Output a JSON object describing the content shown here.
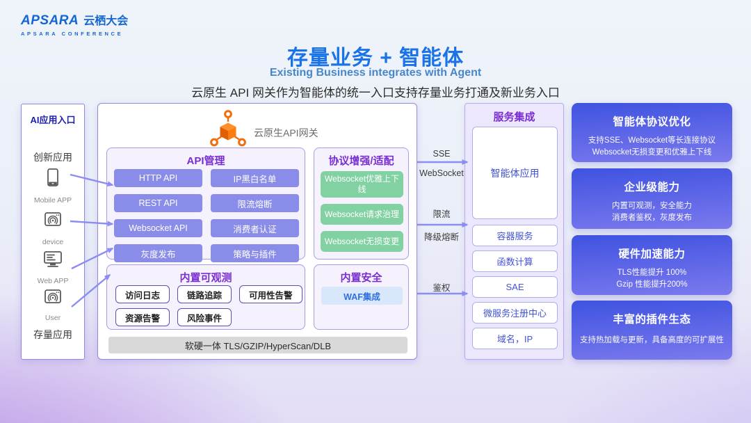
{
  "palette": {
    "brand_blue": "#1a73e8",
    "purple_header": "#7a2ed2",
    "button_purple": "#898ce8",
    "button_green": "#81d1a3",
    "arrow_purple": "#8b8df0",
    "gateway_orange": "#f26c0d",
    "feature_gradient_top": "#3f53e0",
    "feature_gradient_bottom": "#7b79ee"
  },
  "logo": {
    "brand": "APSARA",
    "brand_cn": "云栖大会",
    "subtitle": "APSARA CONFERENCE"
  },
  "header": {
    "title": "存量业务 + 智能体",
    "subtitle": "Existing Business integrates with Agent",
    "description": "云原生 API 网关作为智能体的统一入口支持存量业务打通及新业务入口"
  },
  "sidebar": {
    "title": "AI应用入口",
    "group_innovation": "创新应用",
    "group_legacy": "存量应用",
    "items": [
      {
        "icon": "mobile-phone-icon",
        "label": "Mobile APP"
      },
      {
        "icon": "iot-device-icon",
        "label": "device"
      },
      {
        "icon": "web-monitor-icon",
        "label": "Web APP"
      },
      {
        "icon": "user-device-icon",
        "label": "User"
      }
    ]
  },
  "gateway": {
    "name": "云原生API网关",
    "icon": "gateway-cube-icon",
    "api_management": {
      "title": "API管理",
      "buttons": [
        "HTTP API",
        "IP黑白名单",
        "REST API",
        "限流熔断",
        "Websocket API",
        "消费者认证",
        "灰度发布",
        "策略与插件"
      ]
    },
    "protocol": {
      "title": "协议增强/适配",
      "buttons": [
        "Websocket优雅上下线",
        "Websocket请求治理",
        "Websocket无损变更"
      ]
    },
    "observability": {
      "title": "内置可观测",
      "pills": [
        "访问日志",
        "链路追踪",
        "可用性告警",
        "资源告警",
        "风险事件"
      ]
    },
    "security": {
      "title": "内置安全",
      "pill": "WAF集成"
    },
    "hardware_bar": "软硬一体 TLS/GZIP/HyperScan/DLB"
  },
  "flows": [
    {
      "top": "SSE",
      "bottom": "WebSocket"
    },
    {
      "top": "限流",
      "bottom": "降级熔断"
    },
    {
      "top": "鉴权",
      "bottom": ""
    }
  ],
  "service_integration": {
    "title": "服务集成",
    "agent_card": "智能体应用",
    "cards": [
      "容器服务",
      "函数计算",
      "SAE",
      "微服务注册中心",
      "域名，IP"
    ]
  },
  "features": [
    {
      "title": "智能体协议优化",
      "lines": [
        "支持SSE、Websocket等长连接协议",
        "Websocket无损变更和优雅上下线"
      ]
    },
    {
      "title": "企业级能力",
      "lines": [
        "内置可观测，安全能力",
        "消费者鉴权，灰度发布"
      ]
    },
    {
      "title": "硬件加速能力",
      "lines": [
        "TLS性能提升 100%",
        "Gzip 性能提升200%"
      ]
    },
    {
      "title": "丰富的插件生态",
      "lines": [
        "支持热加载与更新，具备高度的可扩展性"
      ]
    }
  ]
}
